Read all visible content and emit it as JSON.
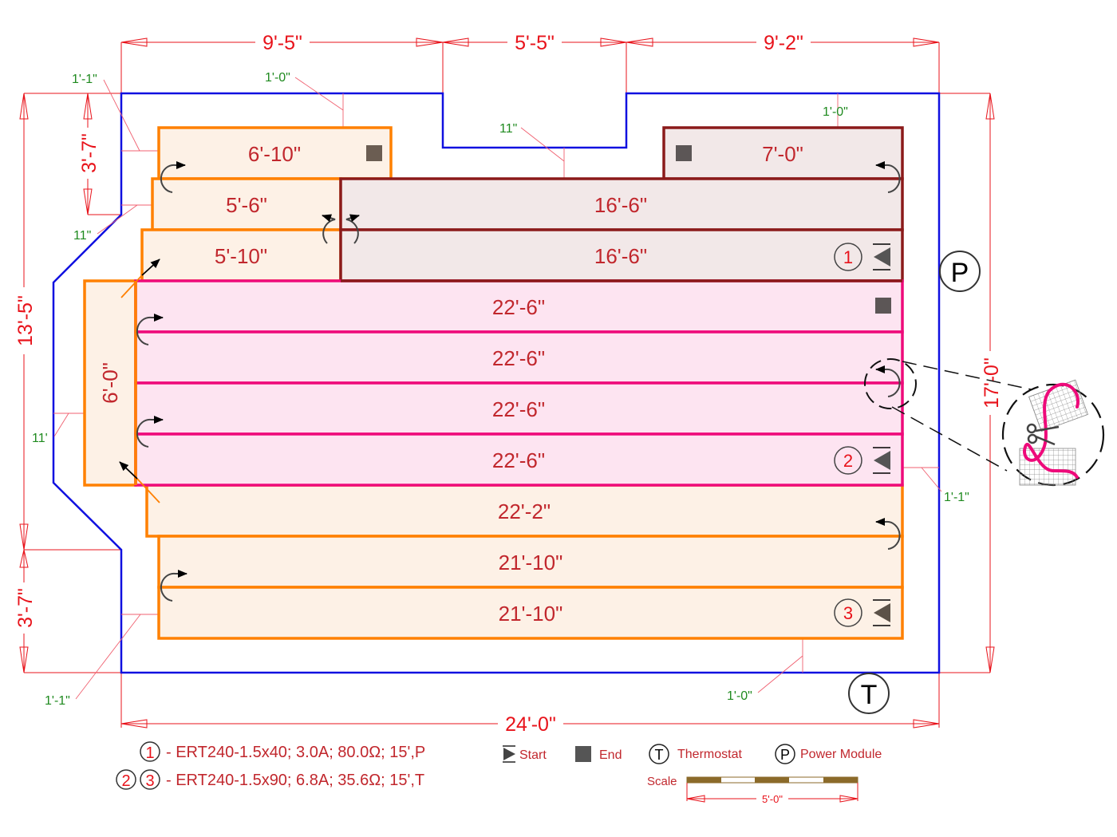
{
  "colors": {
    "wall": "#1010e0",
    "dimension": "#e8131b",
    "leader": "#f06070",
    "offset_text": "#1f8a1f",
    "mat_orange_stroke": "#ff8000",
    "mat_orange_fill": "#fdf1e6",
    "mat_maroon_stroke": "#8b1a1a",
    "mat_maroon_fill": "#f2e8e8",
    "mat_pink_stroke": "#ee0a7a",
    "mat_pink_fill": "#fde4f1",
    "segment_text": "#c1272d",
    "symbol": "#555555"
  },
  "dimensions": {
    "top": [
      "9'-5\"",
      "5'-5\"",
      "9'-2\""
    ],
    "bottom": "24'-0\"",
    "left_total": "13'-5\"",
    "left_top": "3'-7\"",
    "left_bottom": "3'-7\"",
    "right_total": "17'-0\""
  },
  "offsets": [
    "1'-1\"",
    "1'-0\"",
    "11\"",
    "1'-0\"",
    "11\"",
    "11'",
    "1'-1\"",
    "1'-1\"",
    "1'-0\""
  ],
  "segments": {
    "circuit1": [
      "6'-10\"",
      "5'-6\"",
      "5'-10\"",
      "7'-0\"",
      "16'-6\"",
      "16'-6\""
    ],
    "circuit2": [
      "22'-6\"",
      "22'-6\"",
      "22'-6\"",
      "22'-6\""
    ],
    "circuit3": [
      "6'-0\"",
      "22'-2\"",
      "21'-10\"",
      "21'-10\""
    ]
  },
  "circuit_labels": [
    "1",
    "2",
    "3"
  ],
  "symbols": {
    "power_module": "P",
    "thermostat": "T"
  },
  "legend": {
    "specs": [
      {
        "circuits": [
          "1"
        ],
        "text": "- ERT240-1.5x40; 3.0A; 80.0Ω; 15',P"
      },
      {
        "circuits": [
          "2",
          "3"
        ],
        "text": "- ERT240-1.5x90; 6.8A; 35.6Ω; 15',T"
      }
    ],
    "start_label": "Start",
    "end_label": "End",
    "thermostat_symbol": "T",
    "thermostat_label": "Thermostat",
    "power_symbol": "P",
    "power_label": "Power Module",
    "scale_label": "Scale",
    "scale_value": "5'-0\""
  },
  "icons": {
    "start": "start-triangle-icon",
    "end": "end-square-icon",
    "turn": "turn-arrow-icon",
    "cut_detail": "scissors-icon"
  }
}
